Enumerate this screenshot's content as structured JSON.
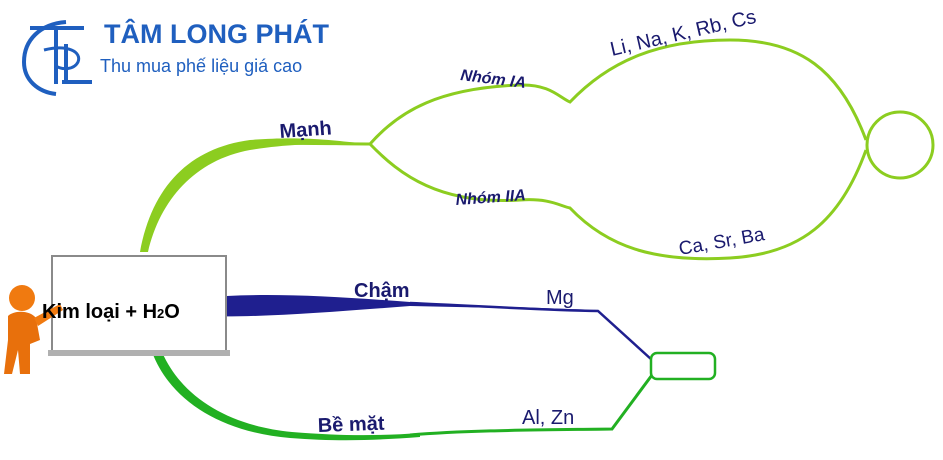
{
  "logo": {
    "brand": "TÂM LONG PHÁT",
    "tagline": "Thu mua phế liệu giá cao",
    "mark_letters": "TL",
    "color": "#1f5fbf"
  },
  "center": {
    "label_main": "Kim loại + H",
    "label_sub": "2",
    "label_end": "O"
  },
  "branches": {
    "strong": {
      "label": "Mạnh",
      "color": "#8ccd20"
    },
    "group_ia": {
      "label": "Nhóm IA"
    },
    "group_iia": {
      "label": "Nhóm IIA"
    },
    "ia_metals": {
      "label": "Li, Na, K, Rb, Cs"
    },
    "iia_metals": {
      "label": "Ca, Sr, Ba"
    },
    "slow": {
      "label": "Chậm",
      "color": "#1f1f8f"
    },
    "slow_metals": {
      "label": "Mg"
    },
    "surface": {
      "label": "Bề mặt",
      "color": "#22b022"
    },
    "surface_metals": {
      "label": "Al, Zn"
    }
  },
  "colors": {
    "text": "#1a1a6e",
    "figure": "#f07a10"
  },
  "icons": {
    "figure": "presenter-figure-icon",
    "logo": "tl-logo-icon"
  }
}
